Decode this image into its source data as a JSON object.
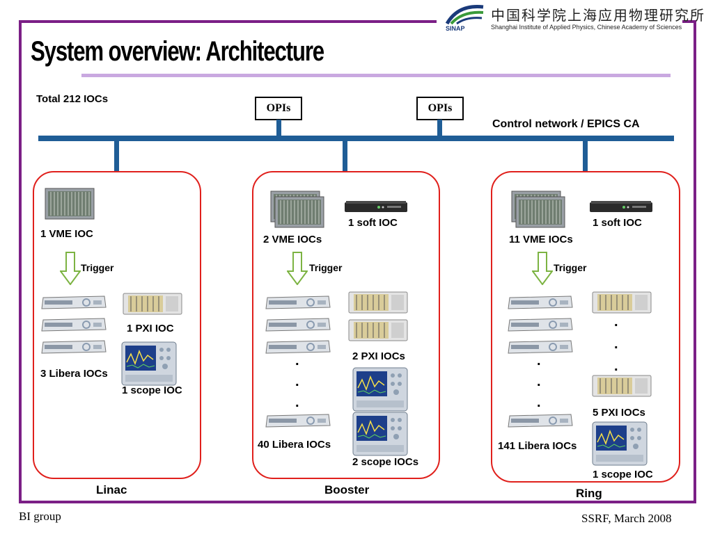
{
  "slide": {
    "title": "System overview: Architecture",
    "total_label": "Total 212 IOCs",
    "network_label": "Control network / EPICS CA",
    "opi_labels": [
      "OPIs",
      "OPIs"
    ]
  },
  "logo": {
    "org_short": "SINAP",
    "org_cn": "中国科学院上海应用物理研究所",
    "org_en": "Shanghai Institute of Applied Physics, Chinese Academy of Sciences"
  },
  "groups": {
    "linac": {
      "name": "Linac",
      "vme": "1 VME IOC",
      "trigger": "Trigger",
      "pxi": "1 PXI IOC",
      "libera": "3 Libera IOCs",
      "scope": "1 scope IOC"
    },
    "booster": {
      "name": "Booster",
      "soft": "1 soft IOC",
      "vme": "2 VME IOCs",
      "trigger": "Trigger",
      "pxi": "2 PXI IOCs",
      "libera": "40 Libera IOCs",
      "scope": "2 scope IOCs"
    },
    "ring": {
      "name": "Ring",
      "soft": "1 soft IOC",
      "vme": "11 VME IOCs",
      "trigger": "Trigger",
      "pxi": "5 PXI IOCs",
      "libera": "141 Libera IOCs",
      "scope": "1 scope IOC"
    }
  },
  "footer": {
    "left": "BI group",
    "right": "SSRF, March 2008"
  },
  "colors": {
    "frame": "#7b1f86",
    "bus": "#1f5d96",
    "group_border": "#e0201c",
    "arrow": "#7cb342"
  }
}
